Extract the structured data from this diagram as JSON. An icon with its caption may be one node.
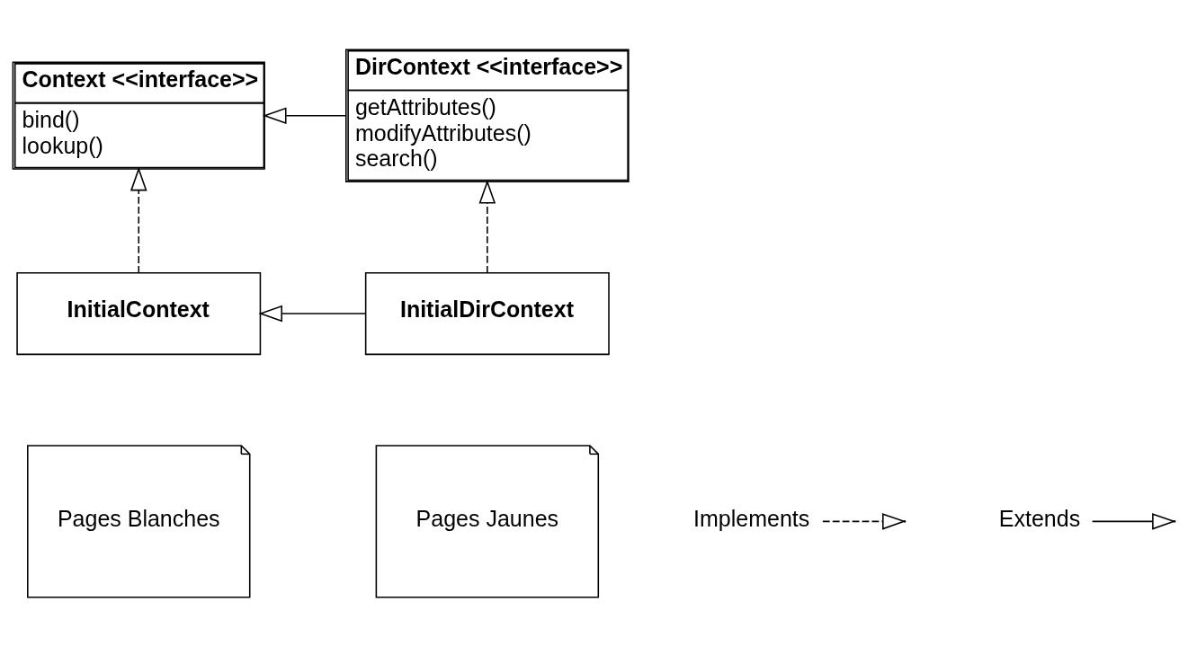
{
  "diagram": {
    "nodes": [
      {
        "text": [
          "Context <<interface>>",
          "bind()",
          "lookup()"
        ]
      },
      {
        "text": [
          "DirContext <<interface>>",
          "getAttributes()",
          "modifyAttributes()",
          "search()"
        ]
      },
      {
        "text": [
          "InitialContext"
        ]
      },
      {
        "text": [
          "InitialDirContext"
        ]
      },
      {
        "text": [
          "Pages Blanches"
        ]
      },
      {
        "text": [
          "Pages Jaunes"
        ]
      }
    ],
    "edges": [
      {
        "from": 1,
        "to": 0,
        "arrow": "to"
      },
      {
        "from": 2,
        "to": 0,
        "arrow": "to",
        "style": "dashed"
      },
      {
        "from": 3,
        "to": 1,
        "arrow": "to",
        "style": "dashed"
      },
      {
        "from": 3,
        "to": 2,
        "arrow": "to"
      }
    ],
    "legend": [
      {
        "text": "Implements"
      },
      {
        "text": "Extends"
      }
    ]
  }
}
